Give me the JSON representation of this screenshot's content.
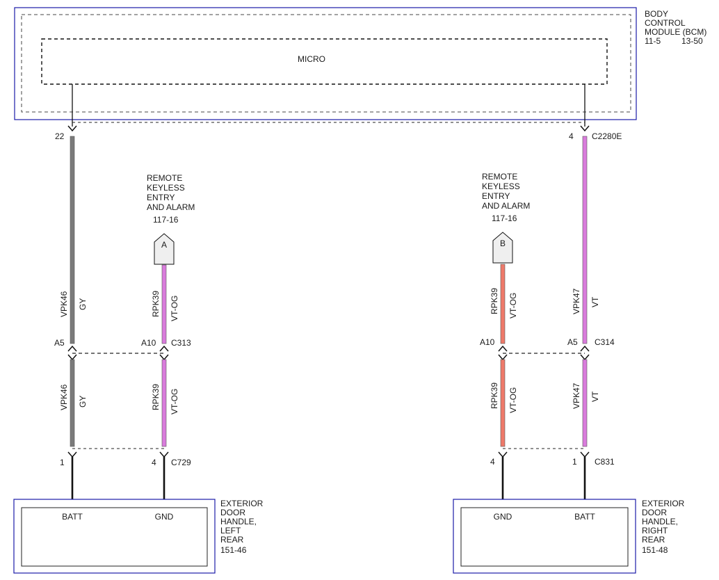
{
  "modules": {
    "bcm": {
      "title_lines": [
        "BODY",
        "CONTROL",
        "MODULE (BCM)"
      ],
      "ref_left": "11-5",
      "ref_right": "13-50",
      "inner_label": "MICRO"
    },
    "left_handle": {
      "title_lines": [
        "EXTERIOR",
        "DOOR",
        "HANDLE,",
        "LEFT",
        "REAR"
      ],
      "ref": "151-46",
      "pin_left": "BATT",
      "pin_right": "GND"
    },
    "right_handle": {
      "title_lines": [
        "EXTERIOR",
        "DOOR",
        "HANDLE,",
        "RIGHT",
        "REAR"
      ],
      "ref": "151-48",
      "pin_left": "GND",
      "pin_right": "BATT"
    }
  },
  "references": {
    "left": {
      "lines": [
        "REMOTE",
        "KEYLESS",
        "ENTRY",
        "AND ALARM"
      ],
      "page": "117-16",
      "tag": "A"
    },
    "right": {
      "lines": [
        "REMOTE",
        "KEYLESS",
        "ENTRY",
        "AND ALARM"
      ],
      "page": "117-16",
      "tag": "B"
    }
  },
  "wires": [
    {
      "circuit": "VPK46",
      "color_code": "GY",
      "color": "#7b7b7b"
    },
    {
      "circuit": "VPK46",
      "color_code": "GY",
      "color": "#7b7b7b"
    },
    {
      "circuit": "RPK39",
      "color_code": "VT-OG",
      "color": "#d97bdc"
    },
    {
      "circuit": "RPK39",
      "color_code": "VT-OG",
      "color": "#d97bdc"
    },
    {
      "circuit": "RPK39",
      "color_code": "VT-OG",
      "color": "#ee7a6a"
    },
    {
      "circuit": "RPK39",
      "color_code": "VT-OG",
      "color": "#ee7a6a"
    },
    {
      "circuit": "VPK47",
      "color_code": "VT",
      "color": "#d97bdc"
    },
    {
      "circuit": "VPK47",
      "color_code": "VT",
      "color": "#d97bdc"
    }
  ],
  "pins": {
    "bcm_left": "22",
    "bcm_right": "4",
    "c313_left": "A5",
    "c313_right": "A10",
    "c314_left": "A10",
    "c314_right": "A5",
    "c729_left": "1",
    "c729_right": "4",
    "c831_left": "4",
    "c831_right": "1"
  },
  "connectors": {
    "bcm_conn": "C2280E",
    "left_mid": "C313",
    "right_mid": "C314",
    "left_bottom": "C729",
    "right_bottom": "C831"
  },
  "colors": {
    "module_border": "#1a1aa8",
    "module_fill": "#dcdcdc",
    "violet": "#d97bdc",
    "violet_orange": "#ee7a6a",
    "gray": "#7b7b7b"
  }
}
